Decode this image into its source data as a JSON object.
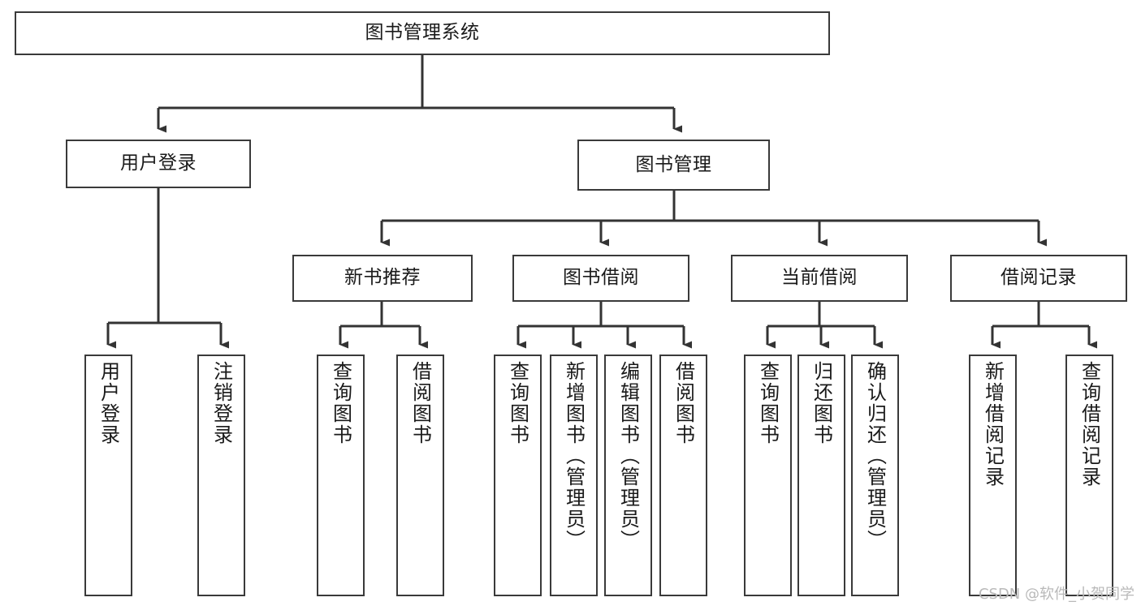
{
  "diagram": {
    "type": "tree-hierarchy",
    "title": "图书管理系统",
    "orientation": "top-down",
    "colors": {
      "box_border": "#3a3a3a",
      "box_fill": "#ffffff",
      "connector": "#333333",
      "text": "#1a1a1a",
      "watermark": "#b9b9b9",
      "background": "#ffffff"
    },
    "root": {
      "label": "图书管理系统",
      "text_direction": "horizontal"
    },
    "level2": [
      {
        "label": "用户登录",
        "text_direction": "horizontal"
      },
      {
        "label": "图书管理",
        "text_direction": "horizontal"
      }
    ],
    "level3": [
      {
        "label": "新书推荐",
        "text_direction": "horizontal",
        "parent": "图书管理"
      },
      {
        "label": "图书借阅",
        "text_direction": "horizontal",
        "parent": "图书管理"
      },
      {
        "label": "当前借阅",
        "text_direction": "horizontal",
        "parent": "图书管理"
      },
      {
        "label": "借阅记录",
        "text_direction": "horizontal",
        "parent": "图书管理"
      }
    ],
    "leaves": [
      {
        "label": "用户登录",
        "text_direction": "vertical",
        "parent": "用户登录"
      },
      {
        "label": "注销登录",
        "text_direction": "vertical",
        "parent": "用户登录"
      },
      {
        "label": "查询图书",
        "text_direction": "vertical",
        "parent": "新书推荐"
      },
      {
        "label": "借阅图书",
        "text_direction": "vertical",
        "parent": "新书推荐"
      },
      {
        "label": "查询图书",
        "text_direction": "vertical",
        "parent": "图书借阅"
      },
      {
        "label": "新增图书（管理员）",
        "text_direction": "vertical",
        "parent": "图书借阅"
      },
      {
        "label": "编辑图书（管理员）",
        "text_direction": "vertical",
        "parent": "图书借阅"
      },
      {
        "label": "借阅图书",
        "text_direction": "vertical",
        "parent": "图书借阅"
      },
      {
        "label": "查询图书",
        "text_direction": "vertical",
        "parent": "当前借阅"
      },
      {
        "label": "归还图书",
        "text_direction": "vertical",
        "parent": "当前借阅"
      },
      {
        "label": "确认归还（管理员）",
        "text_direction": "vertical",
        "parent": "当前借阅"
      },
      {
        "label": "新增借阅记录",
        "text_direction": "vertical",
        "parent": "借阅记录"
      },
      {
        "label": "查询借阅记录",
        "text_direction": "vertical",
        "parent": "借阅记录"
      }
    ]
  },
  "watermark": {
    "text": "CSDN @软件_小贺同学"
  }
}
